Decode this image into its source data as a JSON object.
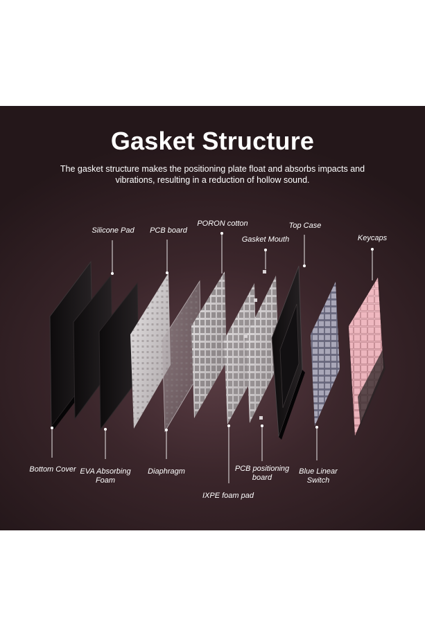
{
  "title": "Gasket Structure",
  "subtitle": "The gasket structure makes the positioning plate float and absorbs impacts and vibrations, resulting in a reduction of hollow sound.",
  "labels": {
    "silicone_pad": "Silicone Pad",
    "pcb_board": "PCB board",
    "poron_cotton": "PORON cotton",
    "gasket_mouth": "Gasket Mouth",
    "top_case": "Top Case",
    "keycaps": "Keycaps",
    "bottom_cover": "Bottom Cover",
    "eva_foam_line1": "EVA Absorbing",
    "eva_foam_line2": "Foam",
    "diaphragm": "Diaphragm",
    "pcb_positioning_line1": "PCB positioning",
    "pcb_positioning_line2": "board",
    "ixpe_foam_pad": "IXPE foam pad",
    "blue_switch_line1": "Blue Linear",
    "blue_switch_line2": "Switch"
  },
  "colors": {
    "background_dark": "#24171a",
    "background_glow": "#5a3d44",
    "text": "#ffffff",
    "keycap_pink": "#e7a4ae",
    "switch_blue": "#8e9bbd"
  }
}
